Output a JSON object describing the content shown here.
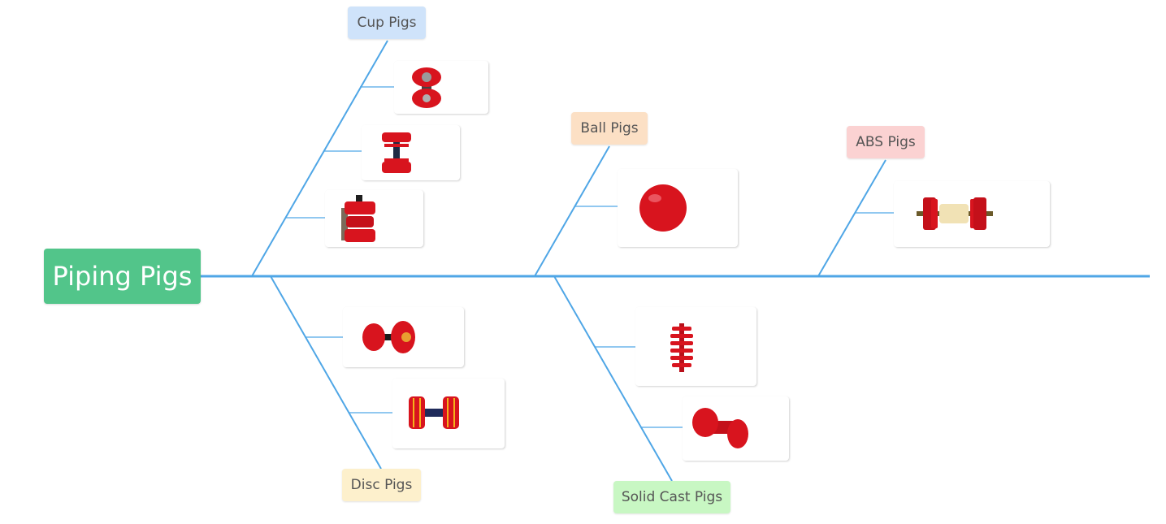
{
  "central_topic": "Piping Pigs",
  "colors": {
    "connector": "#4fa6e6",
    "central": "#52c58a",
    "cup": "#cfe3fa",
    "ball": "#fce0c5",
    "abs": "#fbd2d2",
    "disc": "#fdf0cc",
    "solid": "#c8f7c3",
    "product_red": "#d8141e"
  },
  "branches": [
    {
      "label": "Cup Pigs",
      "images": [
        "cup-pig-image",
        "cup-pig-image",
        "cup-pig-image"
      ]
    },
    {
      "label": "Ball Pigs",
      "images": [
        "ball-pig-image"
      ]
    },
    {
      "label": "ABS Pigs",
      "images": [
        "abs-pig-image"
      ]
    },
    {
      "label": "Disc Pigs",
      "images": [
        "disc-pig-image",
        "disc-pig-image"
      ]
    },
    {
      "label": "Solid Cast Pigs",
      "images": [
        "solid-cast-pig-image",
        "solid-cast-pig-image"
      ]
    }
  ]
}
